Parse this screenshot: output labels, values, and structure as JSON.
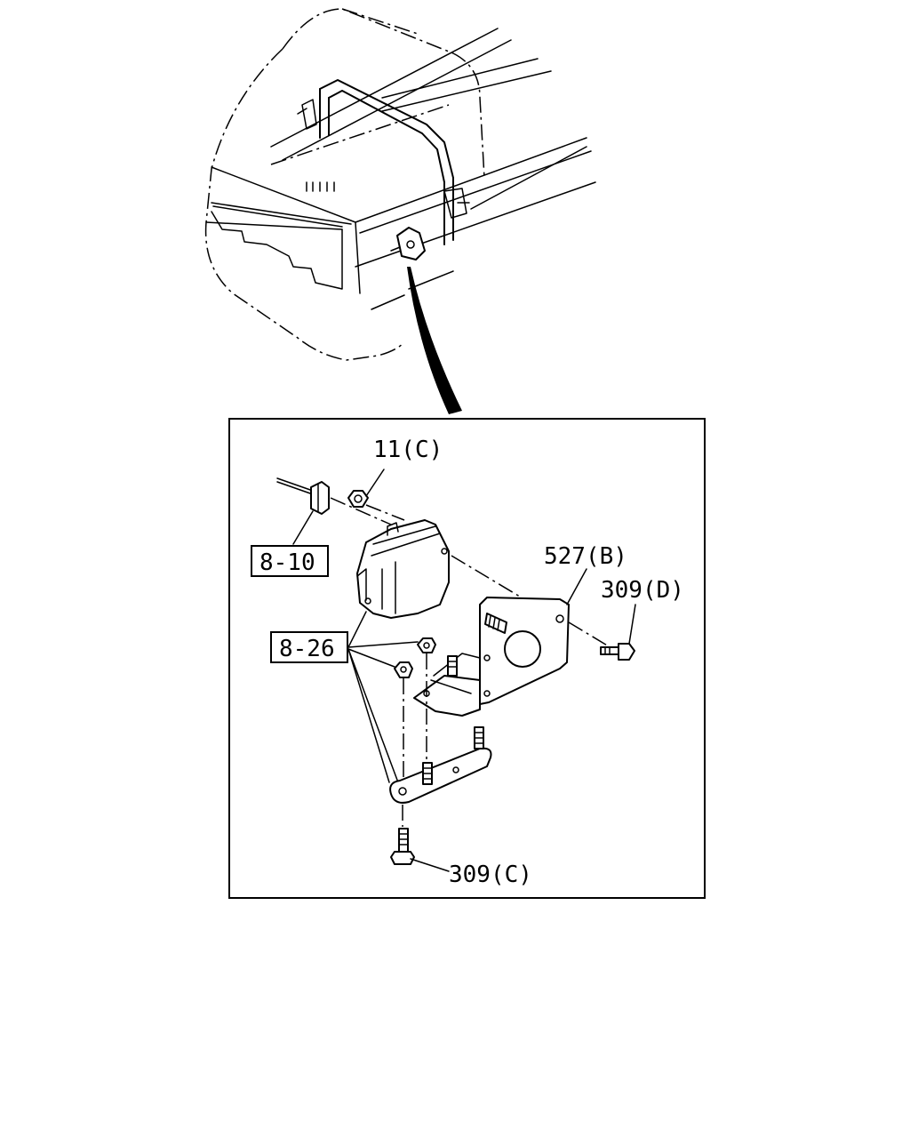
{
  "labels": {
    "nut_c": "11(C)",
    "ref_8_10": "8-10",
    "bracket_b": "527(B)",
    "bolt_d": "309(D)",
    "ref_8_26": "8-26",
    "bolt_c": "309(C)"
  }
}
